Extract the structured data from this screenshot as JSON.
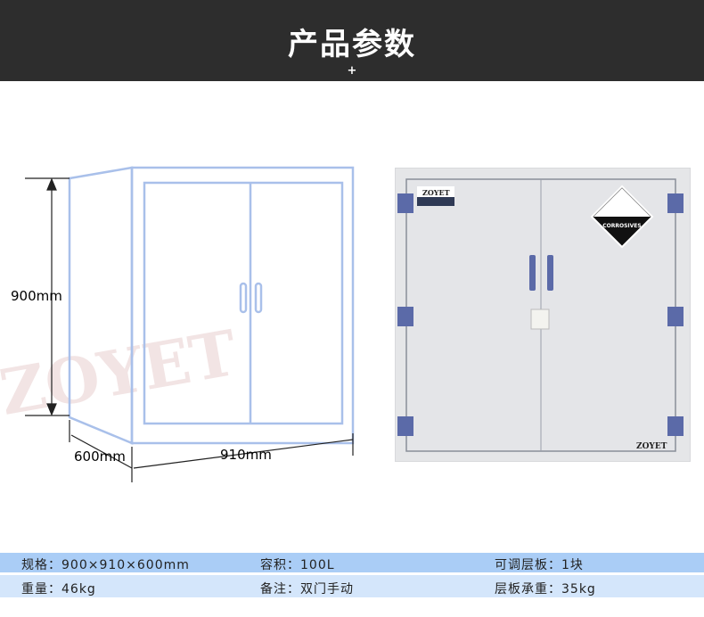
{
  "header": {
    "title": "产品参数",
    "plus": "+"
  },
  "drawing": {
    "height_label": "900mm",
    "depth_label": "600mm",
    "width_label": "910mm",
    "watermark": "ZOYET",
    "line_color": "#a9c0ea"
  },
  "photo": {
    "brand": "ZOYET",
    "hazard_label": "CORROSIVES",
    "handle_color": "#5b6aa8"
  },
  "specs": {
    "row1": [
      "规格：900×910×600mm",
      "容积：100L",
      "可调层板：1块"
    ],
    "row2": [
      "重量：46kg",
      "备注：双门手动",
      "层板承重：35kg"
    ],
    "row1_color": "#aacdf6",
    "row2_color": "#d4e6fb"
  }
}
